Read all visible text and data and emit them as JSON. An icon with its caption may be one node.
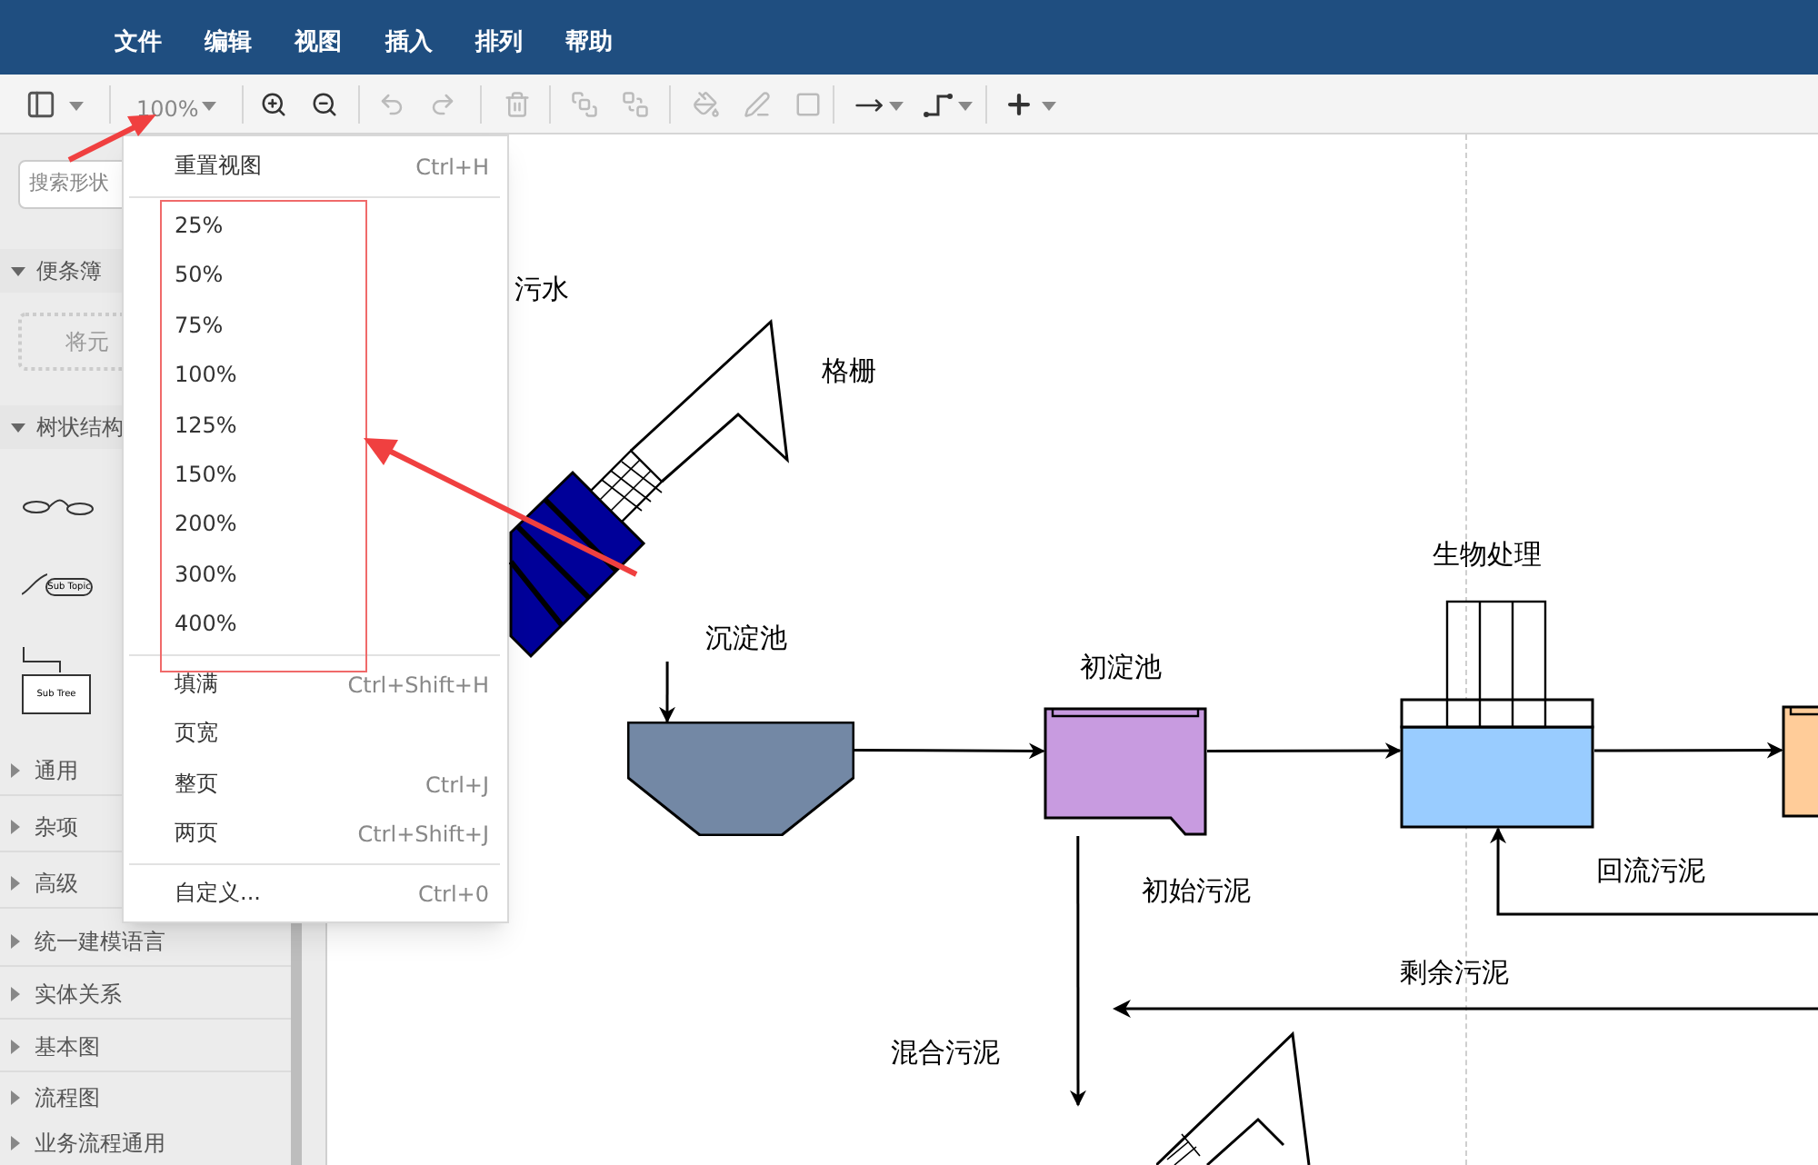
{
  "diagram": {
    "nodes": [
      {
        "text": [],
        "shape": "picture",
        "beside": [
          "污水",
          "格栅"
        ]
      },
      {
        "text": [],
        "shape": "box"
      },
      {
        "text": [],
        "shape": "box",
        "beside": [
          "初淀池"
        ]
      },
      {
        "text": [],
        "shape": "box",
        "beside": [
          "生物处理"
        ]
      },
      {
        "text": [],
        "shape": "box"
      },
      {
        "text": [],
        "shape": "picture"
      }
    ],
    "edges": [
      {
        "from": 0,
        "to": 1,
        "arrow": "to"
      },
      {
        "from": 1,
        "to": 2,
        "arrow": "to"
      },
      {
        "from": 2,
        "to": 3,
        "arrow": "to"
      },
      {
        "from": 3,
        "to": 4,
        "arrow": "to"
      },
      {
        "from": 2,
        "to": null,
        "arrow": "to",
        "label": "混合污泥"
      },
      {
        "from": null,
        "to": 3,
        "arrow": "to",
        "label": "回流污泥"
      }
    ],
    "labels": [
      "文件",
      "编辑",
      "视图",
      "插入",
      "排列",
      "帮助",
      "100%",
      "搜索形状",
      "重置视图",
      "Ctrl+H",
      "25%",
      "50%",
      "75%",
      "100%",
      "125%",
      "150%",
      "200%",
      "300%",
      "400%",
      "填满",
      "Ctrl+Shift+H",
      "页宽",
      "整页",
      "Ctrl+J",
      "两页",
      "Ctrl+Shift+J",
      "自定义...",
      "Ctrl+0",
      "便条簿",
      "将元",
      "树状结构",
      "通用",
      "杂项",
      "高级",
      "统一建模语言",
      "实体关系",
      "基本图",
      "流程图",
      "业务流程通用",
      "初始污泥",
      "Sub Topic",
      "Sub Tree",
      "剩余污泥",
      "沉淀池"
    ]
  }
}
